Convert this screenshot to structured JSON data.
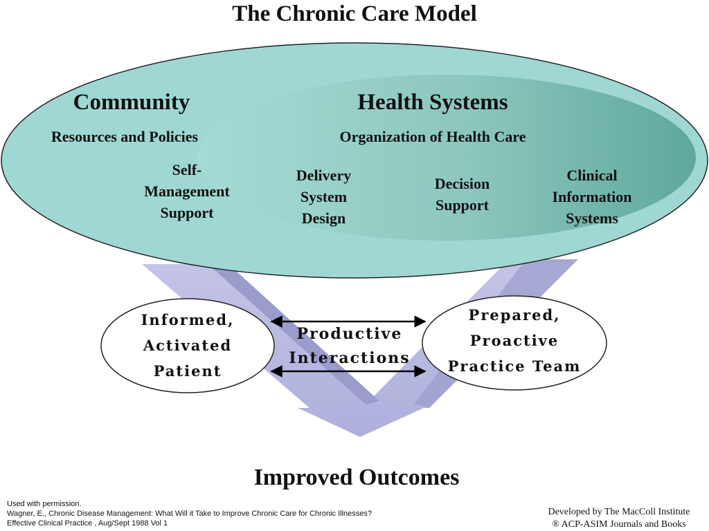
{
  "title": "The Chronic Care Model",
  "community": {
    "heading": "Community",
    "subheading": "Resources and Policies"
  },
  "health_systems": {
    "heading": "Health Systems",
    "subheading": "Organization of Health Care"
  },
  "elements": {
    "self_management": [
      "Self-",
      "Management",
      "Support"
    ],
    "delivery_system": [
      "Delivery",
      "System",
      "Design"
    ],
    "decision_support": [
      "Decision",
      "Support"
    ],
    "clinical_info": [
      "Clinical",
      "Information",
      "Systems"
    ]
  },
  "patient": [
    "Informed,",
    "Activated",
    "Patient"
  ],
  "team": [
    "Prepared,",
    "Proactive",
    "Practice Team"
  ],
  "interactions": [
    "Productive",
    "Interactions"
  ],
  "outcomes": "Improved Outcomes",
  "footnote": [
    "Used with permission.",
    "Wagner, E., Chronic Disease Management: What Will it Take to Improve Chronic Care for Chronic Illnesses?",
    "Effective Clinical Practice , Aug/Sept 1988 Vol 1"
  ],
  "credit": [
    "Developed by The MacColl Institute",
    "® ACP-ASIM Journals and Books"
  ],
  "colors": {
    "outer_ellipse": "#9fd8d2",
    "inner_ellipse_dark": "#5fa89c",
    "arrow_fill": "#b8b8de",
    "arrow_shade": "#9494c8"
  }
}
